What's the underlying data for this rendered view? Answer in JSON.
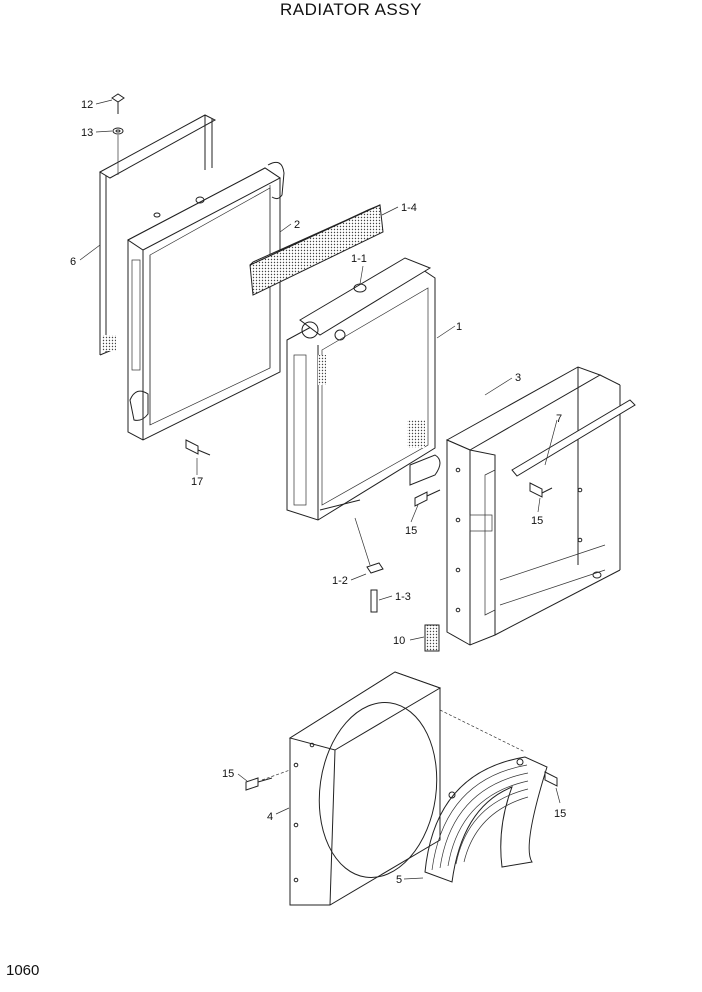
{
  "title": "RADIATOR ASSY",
  "page_number": "1060",
  "callouts": [
    "12",
    "13",
    "6",
    "2",
    "1-4",
    "1-1",
    "1",
    "3",
    "7",
    "17",
    "15",
    "15",
    "1-2",
    "1-3",
    "10",
    "15",
    "15",
    "4",
    "5"
  ]
}
